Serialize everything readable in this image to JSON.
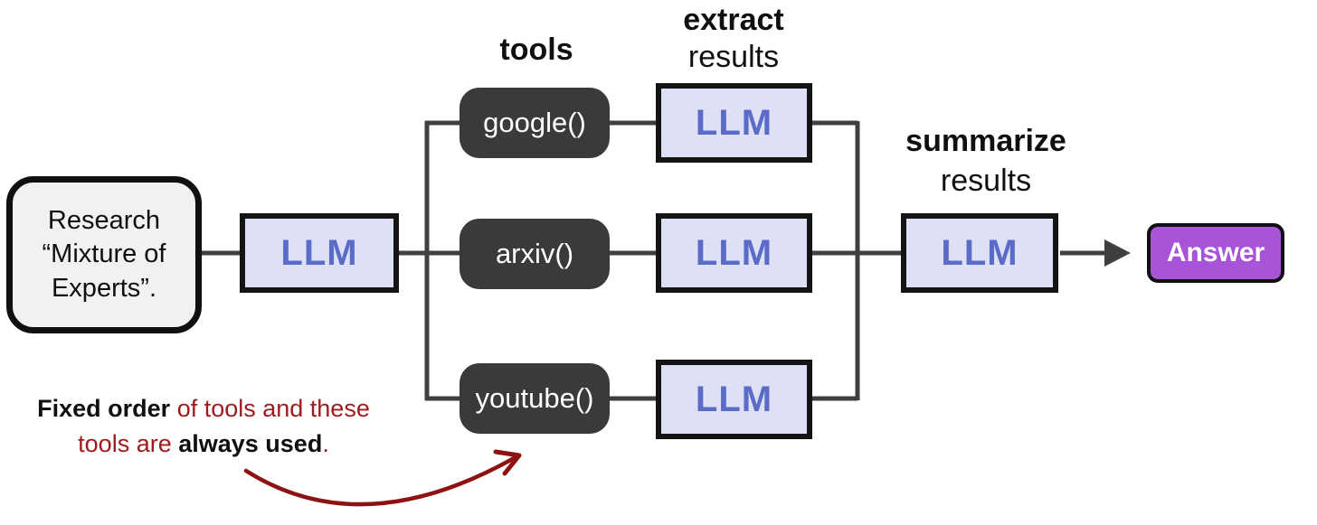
{
  "colors": {
    "background": "#ffffff",
    "input_fill": "#f1f1f3",
    "llm_fill": "#dee1f5",
    "llm_text": "#5a6cc8",
    "tool_fill": "#3a3a3c",
    "answer_fill": "#a854d8",
    "node_border": "#101010",
    "connector": "#3f3f3f",
    "annotation_red": "#9e1a1d"
  },
  "input_node": {
    "label": "Research\n“Mixture of\nExperts”."
  },
  "llm_label": "LLM",
  "headers": {
    "tools": "tools",
    "extract_line1": "extract",
    "extract_line2": "results",
    "summarize_line1": "summarize",
    "summarize_line2": "results"
  },
  "tools": [
    {
      "label": "google()"
    },
    {
      "label": "arxiv()"
    },
    {
      "label": "youtube()"
    }
  ],
  "answer_node": {
    "label": "Answer"
  },
  "annotation": {
    "line1": [
      {
        "text": "Fixed order "
      },
      {
        "text": "of tools and these"
      }
    ],
    "line2": [
      {
        "text": "tools are "
      },
      {
        "text": "always used"
      },
      {
        "text": "."
      }
    ]
  }
}
